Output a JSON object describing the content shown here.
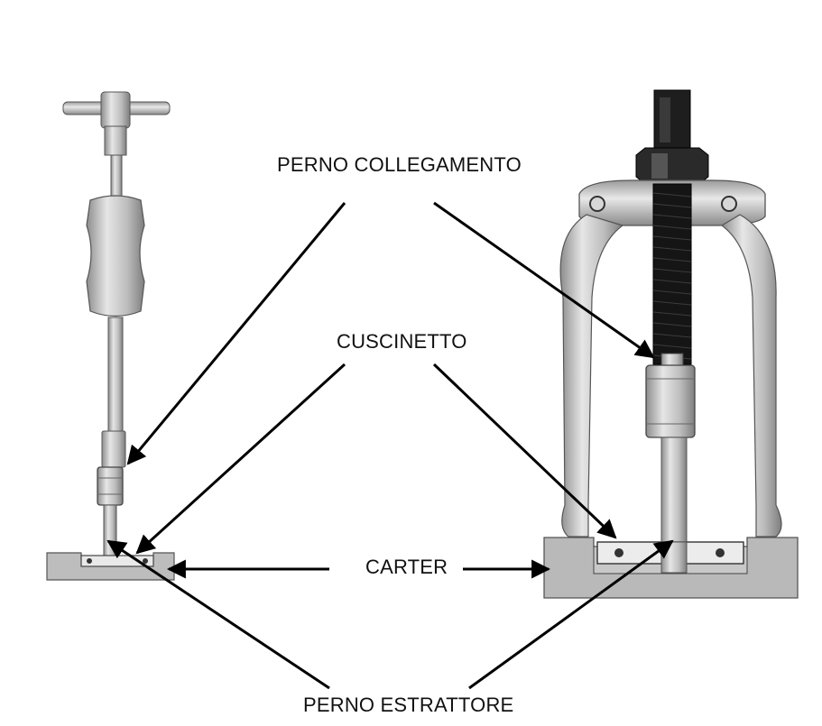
{
  "labels": {
    "perno_collegamento": "PERNO COLLEGAMENTO",
    "cuscinetto": "CUSCINETTO",
    "carter": "CARTER",
    "perno_estrattore": "PERNO ESTRATTORE"
  },
  "colors": {
    "metal": "#c8c8c8",
    "metal_dark": "#7a7a7a",
    "housing": "#b9b9b9",
    "thread": "#1a1a1a",
    "arrow": "#000000"
  }
}
